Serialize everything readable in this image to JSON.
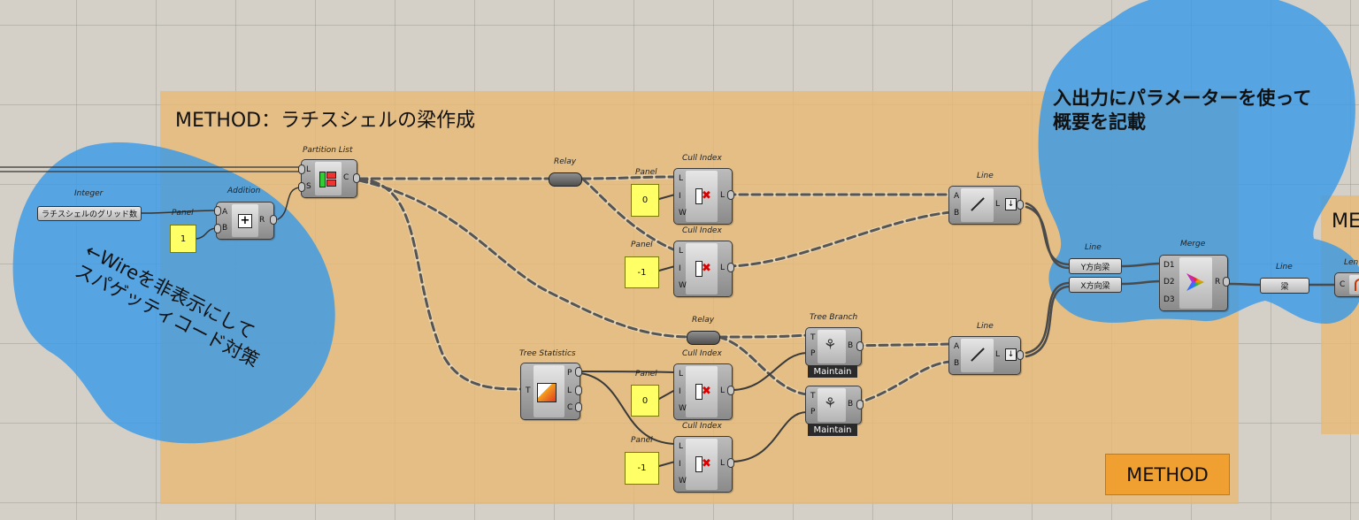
{
  "colors": {
    "canvas": "#d4d0c8",
    "group": "#e8b976",
    "blob": "#3a9ae6",
    "panel": "#ffff66",
    "tag": "#f0a030"
  },
  "groups": {
    "method_title": "METHOD：ラチスシェルの梁作成",
    "right_title": "ME",
    "method_tag": "METHOD"
  },
  "notes": {
    "left_line1": "←Wireを非表示にして",
    "left_line2": "スパゲッティコード対策",
    "right_line1": "入出力にパラメーターを使って",
    "right_line2": "概要を記載"
  },
  "components": {
    "integer": {
      "label": "Integer",
      "value": "ラチスシェルのグリッド数"
    },
    "addition": {
      "label": "Addition",
      "in_a": "A",
      "in_b": "B",
      "out": "R",
      "icon": "plus-icon"
    },
    "panel_1": {
      "label": "Panel",
      "value": "1"
    },
    "partition": {
      "label": "Partition List",
      "in_l": "L",
      "in_s": "S",
      "out": "C",
      "icon": "partition-icon"
    },
    "relay_top": {
      "label": "Relay"
    },
    "relay_mid": {
      "label": "Relay"
    },
    "panel_0a": {
      "label": "Panel",
      "value": "0"
    },
    "panel_m1a": {
      "label": "Panel",
      "value": "-1"
    },
    "panel_0b": {
      "label": "Panel",
      "value": "0"
    },
    "panel_m1b": {
      "label": "Panel",
      "value": "-1"
    },
    "cull1": {
      "label": "Cull Index",
      "in_l": "L",
      "in_i": "I",
      "in_w": "W",
      "out": "L"
    },
    "cull2": {
      "label": "Cull Index",
      "in_l": "L",
      "in_i": "I",
      "in_w": "W",
      "out": "L"
    },
    "cull3": {
      "label": "Cull Index",
      "in_l": "L",
      "in_i": "I",
      "in_w": "W",
      "out": "L"
    },
    "cull4": {
      "label": "Cull Index",
      "in_l": "L",
      "in_i": "I",
      "in_w": "W",
      "out": "L"
    },
    "tree_stats": {
      "label": "Tree Statistics",
      "in_t": "T",
      "out_p": "P",
      "out_l": "L",
      "out_c": "C"
    },
    "tree_branch1": {
      "label": "Tree Branch",
      "in_t": "T",
      "in_p": "P",
      "out": "B",
      "mode": "Maintain"
    },
    "tree_branch2": {
      "in_t": "T",
      "in_p": "P",
      "out": "B",
      "mode": "Maintain"
    },
    "line1": {
      "label": "Line",
      "in_a": "A",
      "in_b": "B",
      "out": "L"
    },
    "line2": {
      "label": "Line",
      "in_a": "A",
      "in_b": "B",
      "out": "L"
    },
    "line_param_y": {
      "label": "Line",
      "value": "Y方向梁"
    },
    "line_param_x": {
      "value": "X方向梁"
    },
    "merge": {
      "label": "Merge",
      "in_d1": "D1",
      "in_d2": "D2",
      "in_d3": "D3",
      "out": "R"
    },
    "line_param_out": {
      "label": "Line",
      "value": "梁"
    },
    "length": {
      "label": "Len",
      "in_c": "C"
    }
  }
}
